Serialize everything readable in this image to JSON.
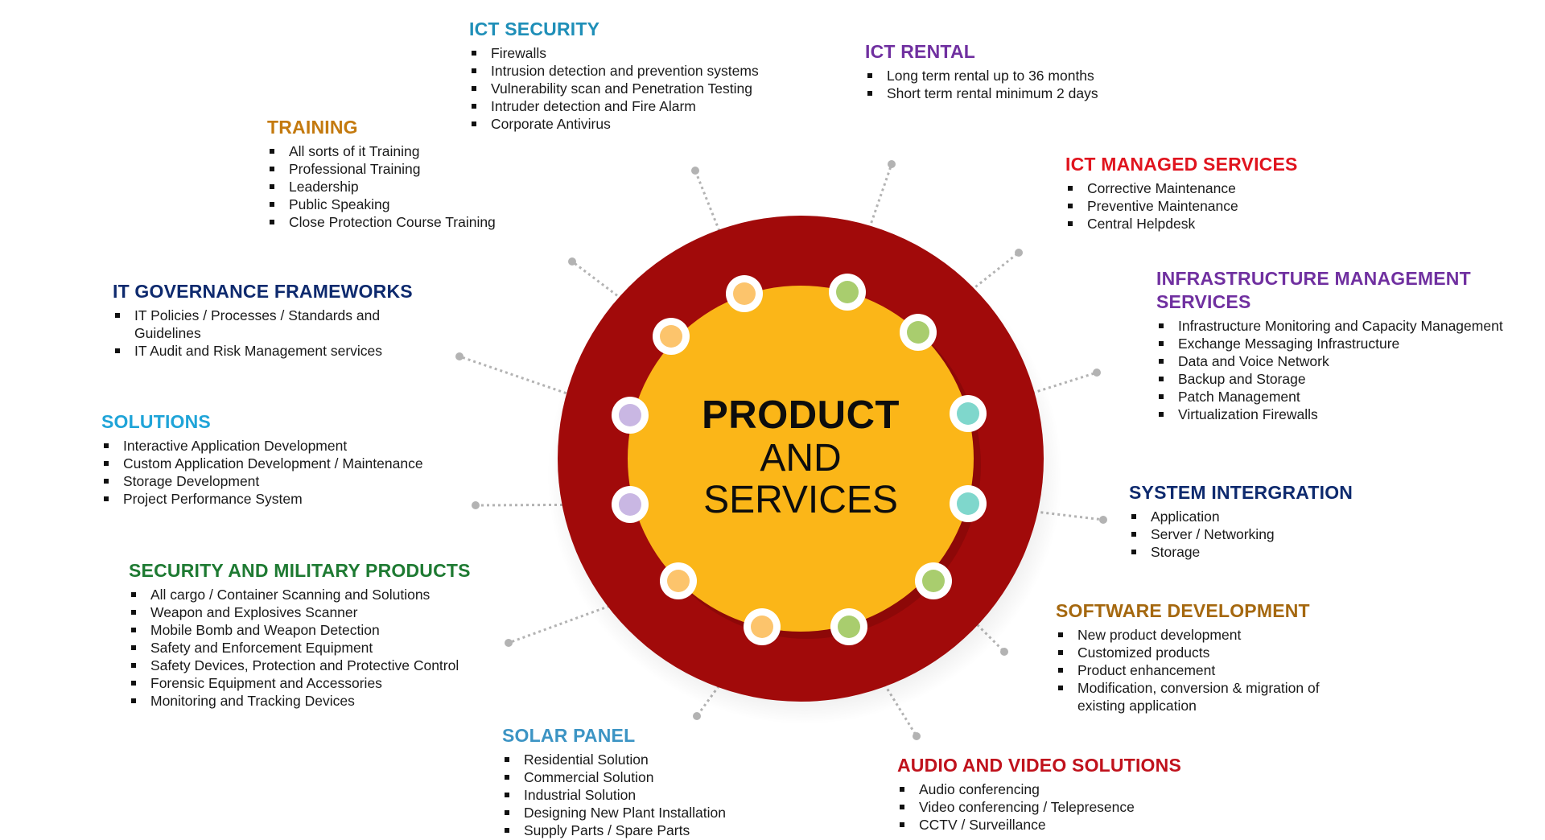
{
  "center": {
    "line1": "PRODUCT",
    "line2": "AND",
    "line3": "SERVICES"
  },
  "colors": {
    "outer_ring": "#a10a0a",
    "inner_circle": "#fbb618",
    "dot_green": "#a9cd6e",
    "dot_orange": "#fcc46c",
    "dot_purple": "#c9b7e3",
    "dot_teal": "#7fd7cc",
    "connector": "#b3b3b3"
  },
  "sections": [
    {
      "id": "ict-security",
      "title": "ICT SECURITY",
      "color": "#1f8fb8",
      "items": [
        "Firewalls",
        "Intrusion detection and prevention systems",
        "Vulnerability scan and Penetration Testing",
        "Intruder detection and Fire Alarm",
        "Corporate Antivirus"
      ]
    },
    {
      "id": "ict-rental",
      "title": "ICT RENTAL",
      "color": "#7030a0",
      "items": [
        "Long term rental up to 36 months",
        "Short term rental minimum 2 days"
      ]
    },
    {
      "id": "training",
      "title": "TRAINING",
      "color": "#c47a0f",
      "items": [
        "All sorts of it Training",
        "Professional Training",
        "Leadership",
        "Public Speaking",
        "Close Protection Course Training"
      ]
    },
    {
      "id": "ict-managed",
      "title": "ICT MANAGED SERVICES",
      "color": "#e0141e",
      "items": [
        "Corrective Maintenance",
        "Preventive Maintenance",
        "Central Helpdesk"
      ]
    },
    {
      "id": "it-governance",
      "title": "IT GOVERNANCE FRAMEWORKS",
      "color": "#0e2a6e",
      "items": [
        "IT Policies / Processes / Standards and Guidelines",
        "IT Audit and Risk Management services"
      ]
    },
    {
      "id": "infrastructure",
      "title": "INFRASTRUCTURE MANAGEMENT SERVICES",
      "color": "#7030a0",
      "items": [
        "Infrastructure Monitoring and Capacity Management",
        "Exchange Messaging Infrastructure",
        "Data and Voice Network",
        "Backup and Storage",
        "Patch Management",
        "Virtualization Firewalls"
      ]
    },
    {
      "id": "solutions",
      "title": "SOLUTIONS",
      "color": "#1fa4d8",
      "items": [
        "Interactive Application Development",
        "Custom Application Development / Maintenance",
        "Storage Development",
        "Project Performance System"
      ]
    },
    {
      "id": "system-integration",
      "title": "SYSTEM INTERGRATION",
      "color": "#0e2a6e",
      "items": [
        "Application",
        "Server / Networking",
        "Storage"
      ]
    },
    {
      "id": "security-military",
      "title": "SECURITY AND MILITARY PRODUCTS",
      "color": "#1e7a32",
      "items": [
        "All cargo / Container Scanning and Solutions",
        "Weapon and Explosives Scanner",
        "Mobile Bomb and Weapon Detection",
        "Safety and Enforcement Equipment",
        "Safety Devices, Protection and Protective Control",
        "Forensic Equipment and Accessories",
        "Monitoring and Tracking Devices"
      ]
    },
    {
      "id": "software-dev",
      "title": "SOFTWARE DEVELOPMENT",
      "color": "#a5680f",
      "items": [
        "New product development",
        "Customized products",
        "Product enhancement",
        "Modification, conversion & migration of existing application"
      ]
    },
    {
      "id": "solar-panel",
      "title": "SOLAR PANEL",
      "color": "#3c94c4",
      "items": [
        "Residential Solution",
        "Commercial Solution",
        "Industrial Solution",
        "Designing New Plant Installation",
        "Supply Parts / Spare Parts"
      ]
    },
    {
      "id": "audio-video",
      "title": "AUDIO AND VIDEO SOLUTIONS",
      "color": "#c0121c",
      "items": [
        "Audio conferencing",
        "Video conferencing / Telepresence",
        "CCTV / Surveillance"
      ]
    }
  ]
}
